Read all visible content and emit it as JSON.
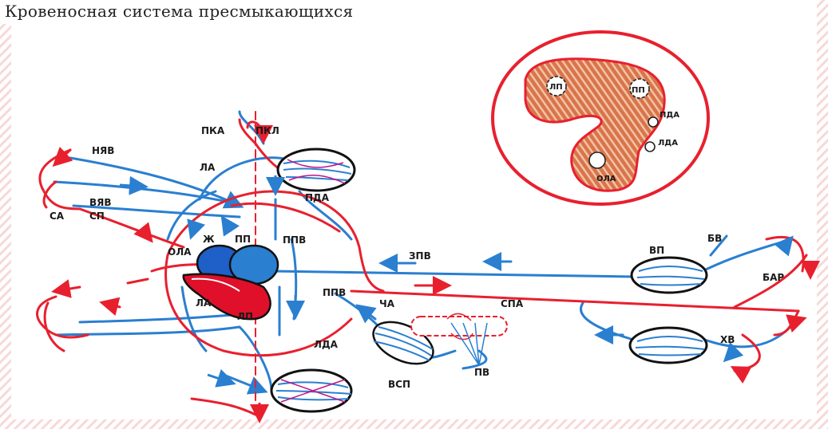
{
  "title": "Кровеносная система пресмыкающихся",
  "colors": {
    "arterial": "#e8202e",
    "venous": "#2a7fd0",
    "organ_outline": "#111111",
    "heart_left": "#1e5fc8",
    "heart_right": "#e0102a",
    "section_fill": "#d9744a",
    "background_stripe": "#f3c9c9"
  },
  "labels": {
    "nyav": "НЯВ",
    "vyav": "ВЯВ",
    "sa": "СА",
    "sp": "СП",
    "pka": "ПКА",
    "pkl": "ПКЛ",
    "la_top": "ЛА",
    "pda": "ПДА",
    "zh": "Ж",
    "pp": "ПП",
    "ola": "ОЛА",
    "ppv_top": "ППВ",
    "la_bottom": "ЛА",
    "lp": "ЛП",
    "ppv_mid": "ППВ",
    "lda": "ЛДА",
    "zpv": "ЗПВ",
    "cha": "ЧА",
    "spa": "СПА",
    "vsp": "ВСП",
    "pv": "ПВ",
    "vp": "ВП",
    "bv": "БВ",
    "bar": "БАР",
    "hv": "ХВ"
  },
  "section": {
    "lp": "ЛП",
    "pp": "ПП",
    "pda": "ПДА",
    "lda": "ЛДА",
    "ola": "ОЛА"
  }
}
